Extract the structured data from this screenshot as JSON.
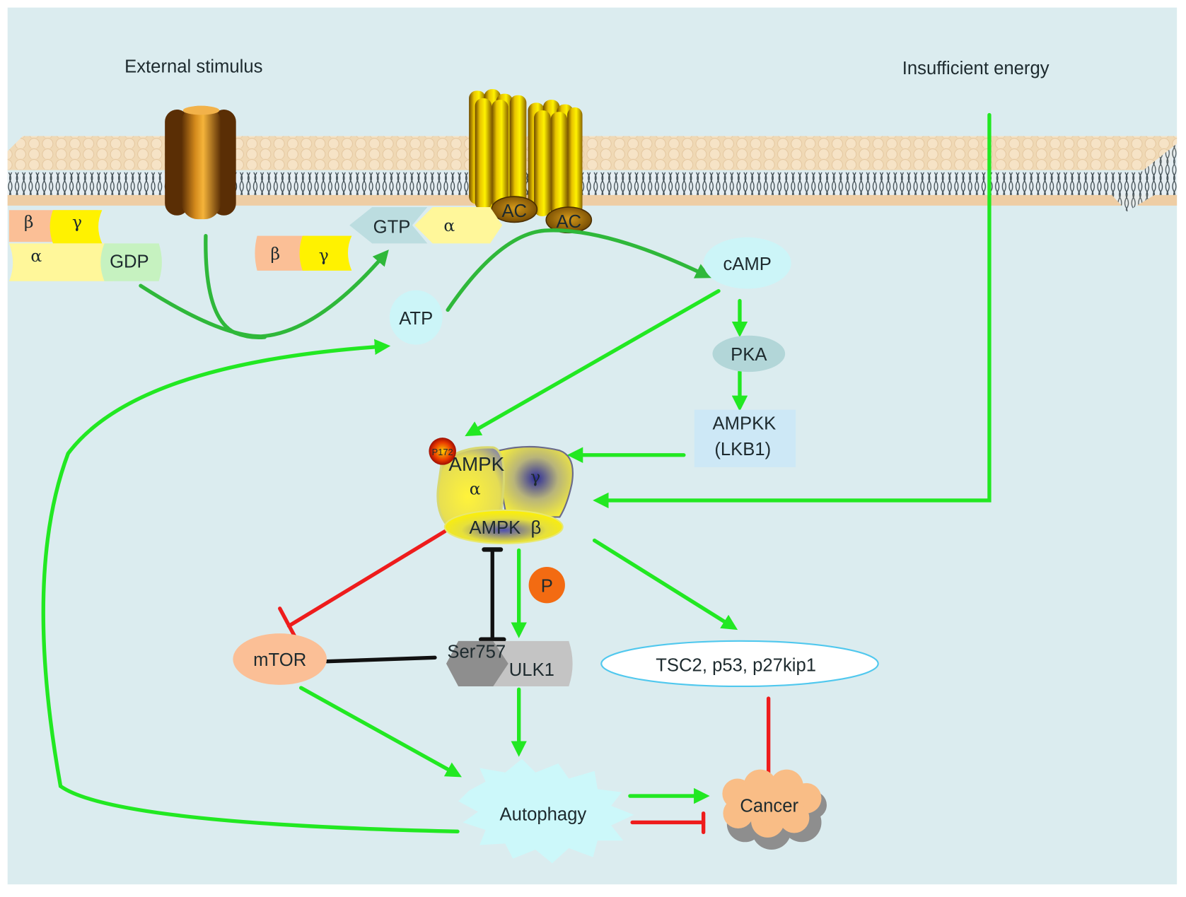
{
  "title": "AMPK signaling pathway in autophagy and cancer",
  "colors": {
    "background": "#dbecef",
    "activation": "#22e822",
    "inhibition": "#ee1c1c",
    "neutral_link": "#111111",
    "gdp_green": "#2fb83a"
  },
  "labels": {
    "external_stimulus": "External stimulus",
    "insufficient_energy": "Insufficient energy",
    "g_protein_inactive": {
      "beta": "β",
      "gamma": "γ",
      "alpha": "α",
      "gdp": "GDP"
    },
    "g_protein_active": {
      "beta": "β",
      "gamma": "γ",
      "gtp": "GTP",
      "alpha": "α"
    },
    "ac_1": "AC",
    "ac_2": "AC",
    "atp": "ATP",
    "camp": "cAMP",
    "pka": "PKA",
    "ampkk_line1": "AMPKK",
    "ampkk_line2": "(LKB1)",
    "ampk_top": "AMPK",
    "ampk_alpha": "α",
    "ampk_gamma": "γ",
    "ampk_bottom": "AMPK  β",
    "p172": "P172",
    "phospho": "P",
    "mtor": "mTOR",
    "ser757": "Ser757",
    "ulk1": "ULK1",
    "targets": "TSC2, p53, p27kip1",
    "autophagy": "Autophagy",
    "cancer": "Cancer"
  },
  "edges": [
    {
      "from": "GDP",
      "to": "GTP",
      "type": "activation"
    },
    {
      "from": "ATP",
      "to": "cAMP",
      "type": "activation",
      "via": "AC"
    },
    {
      "from": "cAMP",
      "to": "PKA",
      "type": "activation"
    },
    {
      "from": "cAMP",
      "to": "AMPK",
      "type": "activation"
    },
    {
      "from": "PKA",
      "to": "AMPKK (LKB1)",
      "type": "activation"
    },
    {
      "from": "AMPKK (LKB1)",
      "to": "AMPK",
      "type": "activation"
    },
    {
      "from": "Insufficient energy",
      "to": "AMPK",
      "type": "activation"
    },
    {
      "from": "AMPK",
      "to": "mTOR",
      "type": "inhibition"
    },
    {
      "from": "AMPK",
      "to": "ULK1 Ser757",
      "type": "inhibition"
    },
    {
      "from": "AMPK",
      "to": "ULK1",
      "type": "activation",
      "label": "P"
    },
    {
      "from": "AMPK",
      "to": "TSC2, p53, p27kip1",
      "type": "activation"
    },
    {
      "from": "mTOR",
      "to": "ULK1 Ser757",
      "type": "link"
    },
    {
      "from": "mTOR",
      "to": "Autophagy",
      "type": "activation"
    },
    {
      "from": "ULK1",
      "to": "Autophagy",
      "type": "activation"
    },
    {
      "from": "TSC2, p53, p27kip1",
      "to": "Cancer",
      "type": "inhibition"
    },
    {
      "from": "Autophagy",
      "to": "Cancer",
      "type": "activation"
    },
    {
      "from": "Autophagy",
      "to": "Cancer",
      "type": "inhibition"
    },
    {
      "from": "Autophagy",
      "to": "ATP",
      "type": "activation"
    }
  ]
}
